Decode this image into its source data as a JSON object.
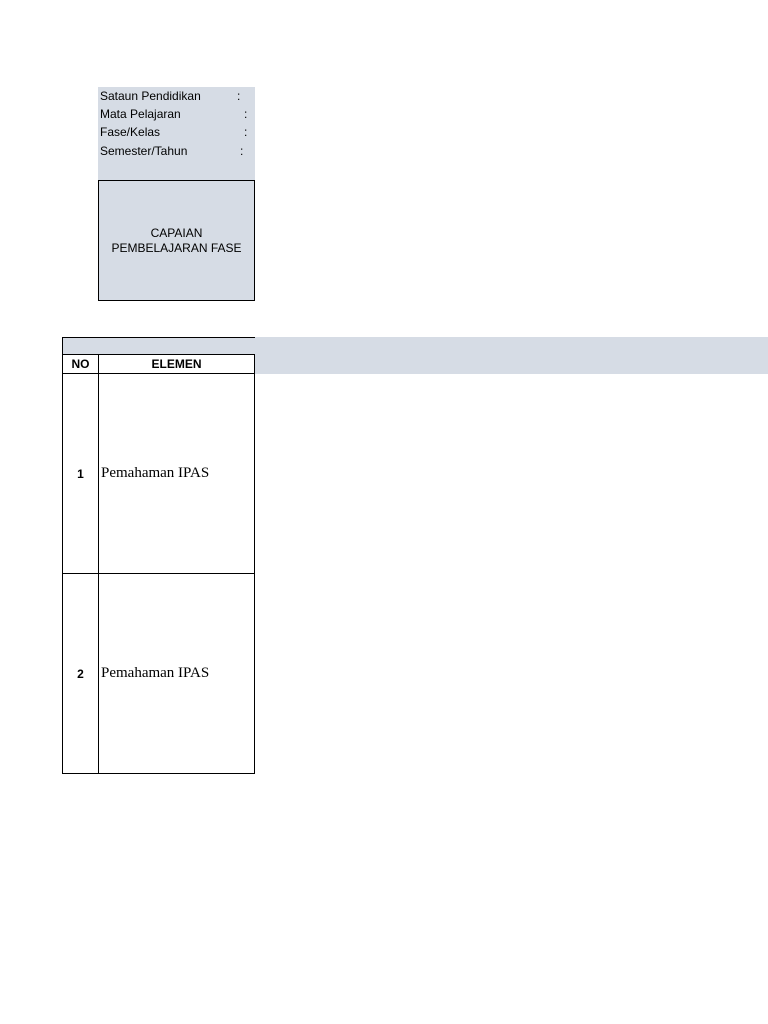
{
  "info": {
    "rows": [
      {
        "label": "Sataun Pendidikan",
        "sep": ":"
      },
      {
        "label": "Mata Pelajaran",
        "sep": ":"
      },
      {
        "label": "Fase/Kelas",
        "sep": ":"
      },
      {
        "label": "Semester/Tahun",
        "sep": ":"
      }
    ]
  },
  "capaian": {
    "title": "CAPAIAN\nPEMBELAJARAN FASE"
  },
  "table": {
    "headers": {
      "no": "NO",
      "elemen": "ELEMEN"
    },
    "rows": [
      {
        "no": "1",
        "elemen": "Pemahaman IPAS"
      },
      {
        "no": "2",
        "elemen": "Pemahaman IPAS"
      }
    ]
  },
  "colors": {
    "header_fill": "#d6dce5",
    "border": "#000000"
  }
}
